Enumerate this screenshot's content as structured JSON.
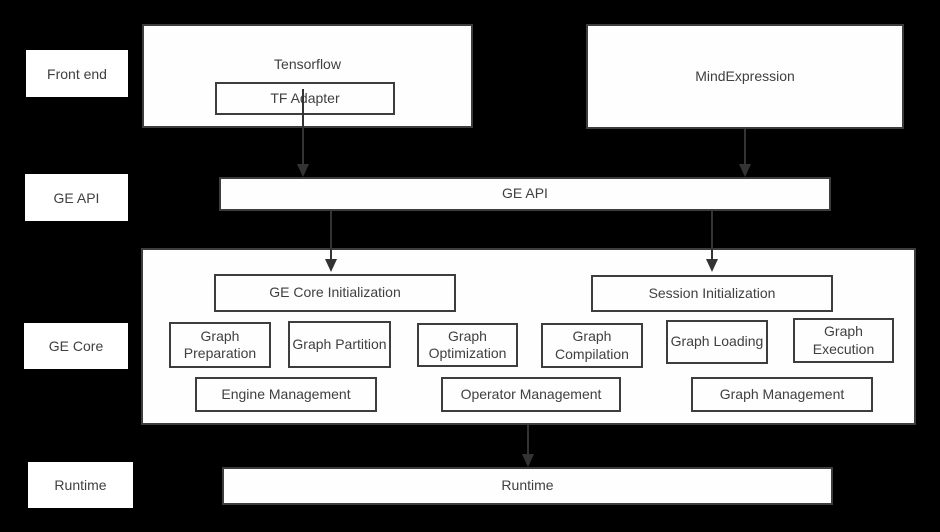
{
  "colors": {
    "background": "#000000",
    "box_fill": "#fefefe",
    "box_border": "#3d3d3d",
    "text": "#404040",
    "arrow": "#333333"
  },
  "row_labels": {
    "front_end": "Front end",
    "ge_api": "GE API",
    "ge_core": "GE Core",
    "runtime": "Runtime"
  },
  "front_end": {
    "tensorflow": "Tensorflow",
    "tf_adapter": "TF Adapter",
    "mind_expression": "MindExpression"
  },
  "ge_api": {
    "bar": "GE API"
  },
  "ge_core": {
    "ge_core_initialization": "GE Core Initialization",
    "session_initialization": "Session Initialization",
    "features": [
      "Graph Preparation",
      "Graph Partition",
      "Graph Optimization",
      "Graph Compilation",
      "Graph Loading",
      "Graph Execution"
    ],
    "management": [
      "Engine Management",
      "Operator Management",
      "Graph Management"
    ]
  },
  "runtime": {
    "bar": "Runtime"
  }
}
